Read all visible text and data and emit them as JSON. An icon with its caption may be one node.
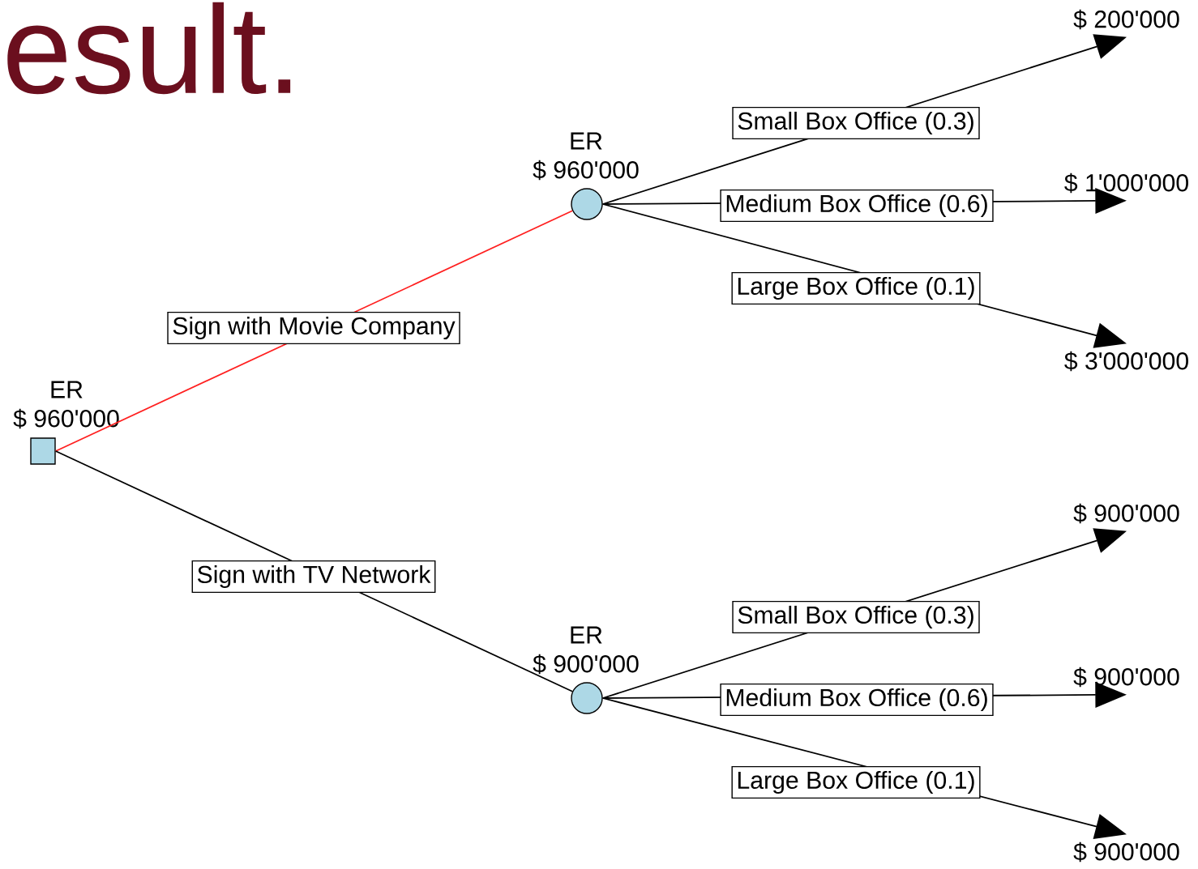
{
  "diagram": {
    "title": "esult.",
    "nodes": [
      {
        "text": [],
        "shape": "box",
        "beside": [
          "ER",
          "$ 960'000"
        ]
      },
      {
        "text": [],
        "shape": "circle",
        "beside": [
          "ER",
          "$ 960'000"
        ]
      },
      {
        "text": [],
        "shape": "circle",
        "beside": [
          "ER",
          "$ 900'000"
        ]
      },
      {
        "text": [
          "$ 200'000"
        ]
      },
      {
        "text": [
          "$ 1'000'000"
        ]
      },
      {
        "text": [
          "$ 3'000'000"
        ]
      },
      {
        "text": [
          "$ 900'000"
        ]
      },
      {
        "text": [
          "$ 900'000"
        ]
      },
      {
        "text": [
          "$ 900'000"
        ]
      }
    ],
    "edges": [
      {
        "from": 0,
        "to": 1,
        "arrow": "none",
        "label": "Sign with Movie Company",
        "color": "#ff2020"
      },
      {
        "from": 0,
        "to": 2,
        "arrow": "none",
        "label": "Sign with TV Network"
      },
      {
        "from": 1,
        "to": 3,
        "arrow": "to",
        "label": "Small Box Office (0.3)"
      },
      {
        "from": 1,
        "to": 4,
        "arrow": "to",
        "label": "Medium Box Office (0.6)"
      },
      {
        "from": 1,
        "to": 5,
        "arrow": "to",
        "label": "Large Box Office (0.1)"
      },
      {
        "from": 2,
        "to": 6,
        "arrow": "to",
        "label": "Small Box Office (0.3)"
      },
      {
        "from": 2,
        "to": 7,
        "arrow": "to",
        "label": "Medium Box Office (0.6)"
      },
      {
        "from": 2,
        "to": 8,
        "arrow": "to",
        "label": "Large Box Office (0.1)"
      }
    ]
  }
}
